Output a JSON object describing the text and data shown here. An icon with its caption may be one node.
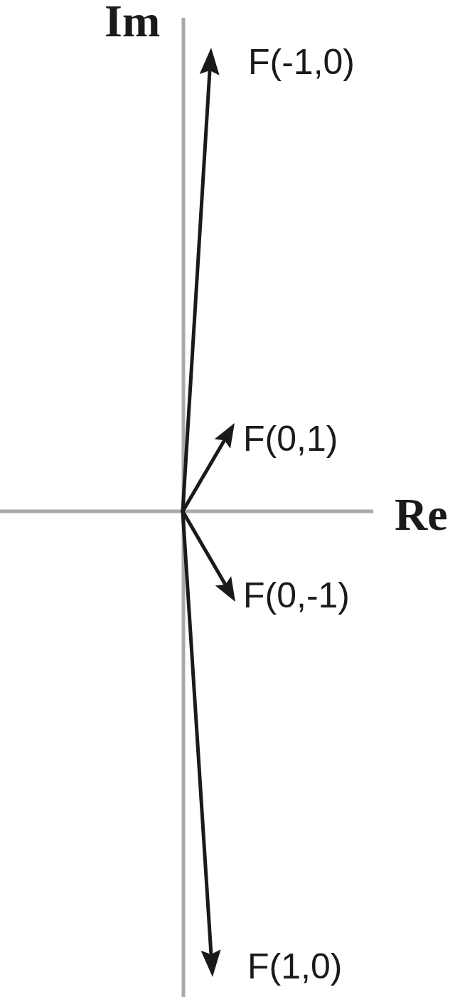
{
  "diagram": {
    "labels": [
      "Im",
      "F(-1,0)",
      "F(0,1)",
      "Re",
      "F(0,-1)",
      "F(1,0)"
    ]
  }
}
